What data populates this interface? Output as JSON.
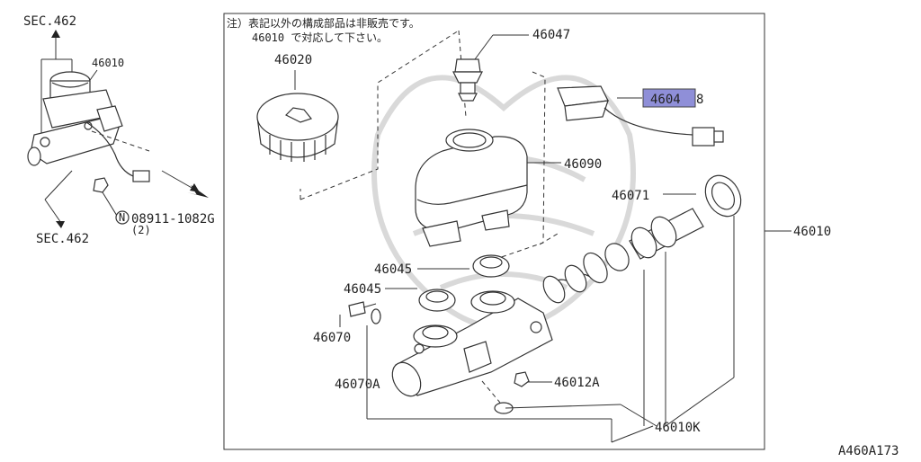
{
  "left": {
    "sec_top": "SEC.462",
    "part_46010": "46010",
    "nut_code": "08911-1082G",
    "nut_qty": "(2)",
    "n_mark": "N",
    "sec_bottom": "SEC.462"
  },
  "note": {
    "line1": "注）表記以外の構成部品は非販売です。",
    "line2": "46010 で対応して下さい。"
  },
  "labels": {
    "p46020": "46020",
    "p46047": "46047",
    "p46048_hl": "4604",
    "p46048_rest": "8",
    "p46090": "46090",
    "p46071": "46071",
    "p46010": "46010",
    "p46045a": "46045",
    "p46045b": "46045",
    "p46070": "46070",
    "p46070A": "46070A",
    "p46012A": "46012A",
    "p46010K": "46010K"
  },
  "highlight_color": "#8f8fd8",
  "figure_code": "A460A173"
}
